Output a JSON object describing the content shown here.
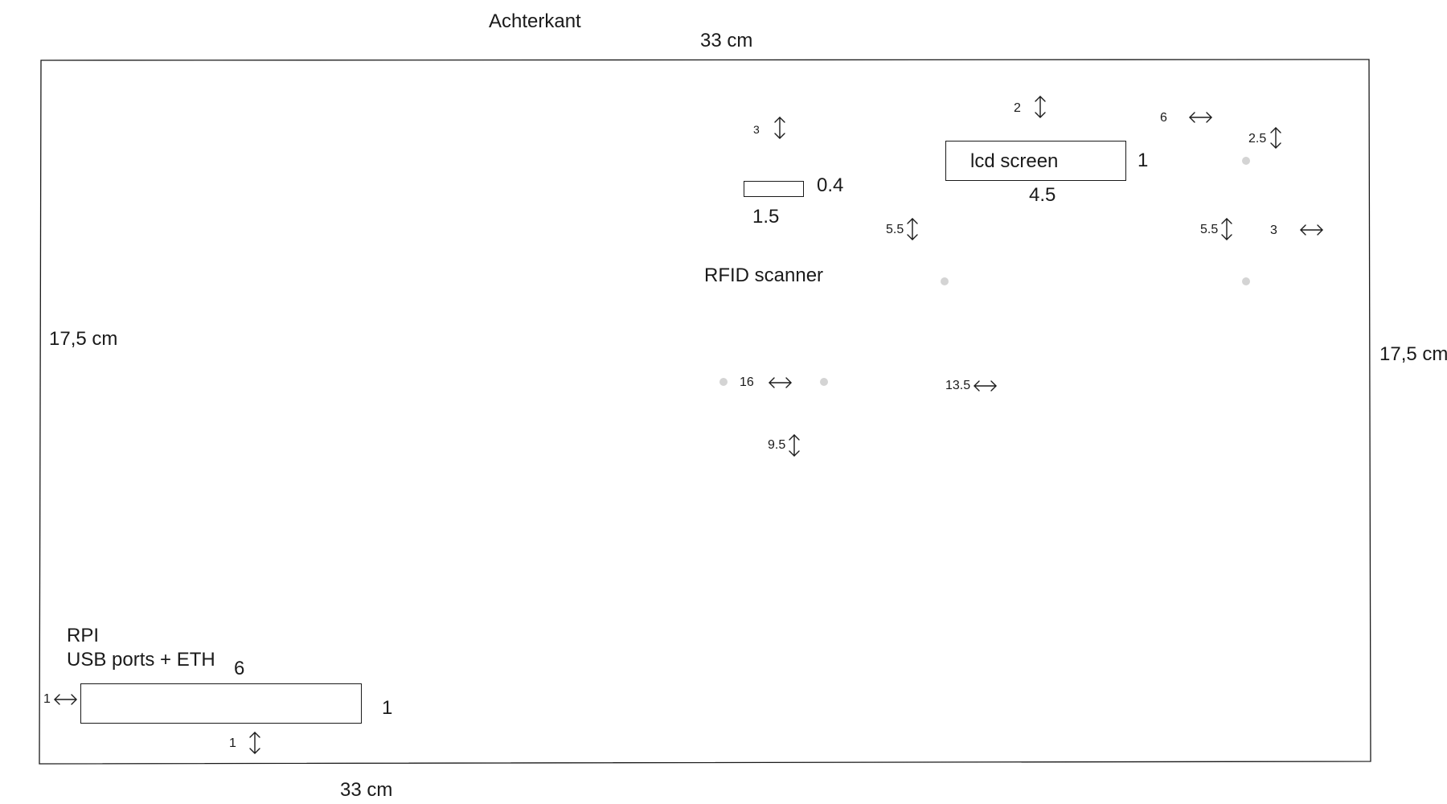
{
  "diagram": {
    "title": "Achterkant",
    "outline": {
      "top_dimension": "33 cm",
      "bottom_dimension": "33 cm",
      "left_dimension": "17,5 cm",
      "right_dimension": "17,5 cm"
    },
    "rfid": {
      "label": "RFID scanner",
      "slot_height": "0.4",
      "slot_width": "1.5",
      "top_offset": "3",
      "hole_spacing": "16",
      "bottom_offset": "9.5"
    },
    "lcd": {
      "label": "lcd screen",
      "height": "1",
      "width": "4.5",
      "top_offset": "2",
      "right_offset": "6",
      "corner_offset": "2.5",
      "hole_offset_left": "5.5",
      "hole_offset_right": "5.5",
      "hole_side_offset": "3",
      "hole_spacing": "13.5"
    },
    "rpi": {
      "label_line1": "RPI",
      "label_line2": "USB ports + ETH",
      "width": "6",
      "height": "1",
      "left_offset": "1",
      "bottom_offset": "1"
    }
  }
}
